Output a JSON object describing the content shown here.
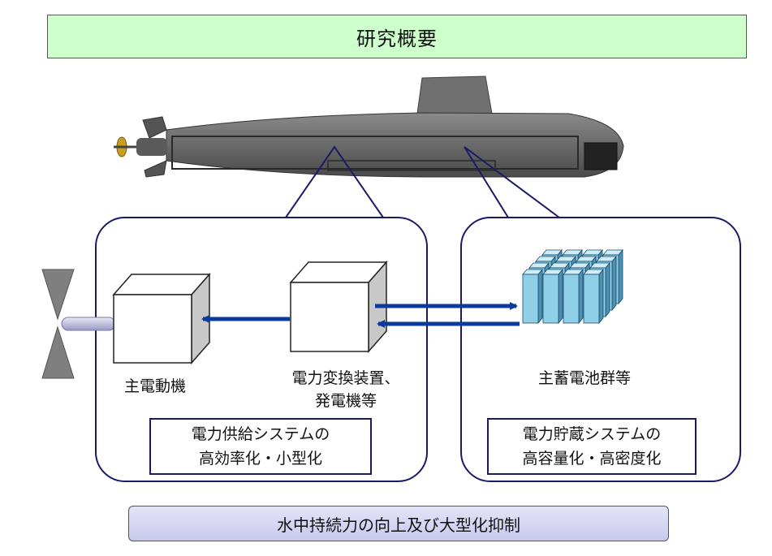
{
  "title": "研究概要",
  "labels": {
    "motor": "主電動機",
    "converter_line1": "電力変換装置、",
    "converter_line2": "発電機等",
    "battery": "主蓄電池群等"
  },
  "supply_box": {
    "line1": "電力供給システムの",
    "line2": "高効率化・小型化"
  },
  "storage_box": {
    "line1": "電力貯蔵システムの",
    "line2": "高容量化・高密度化"
  },
  "goal": "水中持続力の向上及び大型化抑制",
  "colors": {
    "title_bg": "#ccffcc",
    "frame": "#1a1a66",
    "arrow": "#0a3a9a",
    "battery": "#8fd0e8",
    "hull": "#6e6e6e",
    "goal_bg": "#d6d6f2"
  }
}
